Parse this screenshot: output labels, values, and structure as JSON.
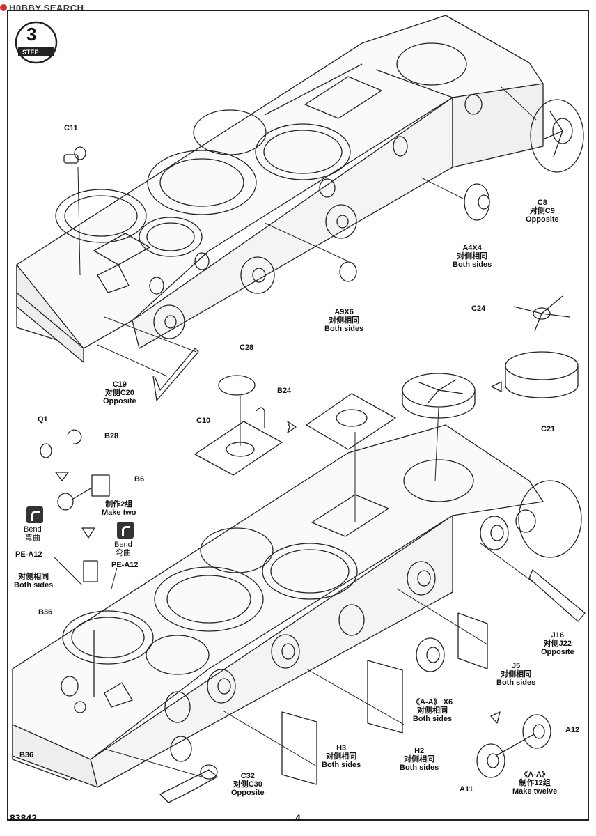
{
  "watermark": {
    "brand": "H0BBY",
    "suffix": "SEARCH"
  },
  "step": {
    "number": "3",
    "word": "STEP"
  },
  "footer": {
    "code": "83842",
    "page": "4"
  },
  "bend": {
    "label_en": "Bend",
    "label_cn": "弯曲"
  },
  "labels": {
    "c11": "C11",
    "c8": [
      "C8",
      "对侧C9",
      "Opposite"
    ],
    "a4x4": [
      "A4X4",
      "对侧相同",
      "Both sides"
    ],
    "a9x6": [
      "A9X6",
      "对侧相同",
      "Both sides"
    ],
    "c24": "C24",
    "c19": [
      "C19",
      "对侧C20",
      "Opposite"
    ],
    "c28": "C28",
    "b24": "B24",
    "c10": "C10",
    "c21": "C21",
    "q1": "Q1",
    "b28": "B28",
    "b6": "B6",
    "make_two": [
      "制作2组",
      "Make two"
    ],
    "pe_a12_left": "PE-A12",
    "pe_a12_left_sides": [
      "对侧相同",
      "Both sides"
    ],
    "pe_a12_right": "PE-A12",
    "b36_top": "B36",
    "b36_bottom": "B36",
    "j16": [
      "J16",
      "对侧J22",
      "Opposite"
    ],
    "j5": [
      "J5",
      "对侧相同",
      "Both sides"
    ],
    "aa_x6": [
      "《A-A》 X6",
      "对侧相同",
      "Both sides"
    ],
    "a12": "A12",
    "a11": "A11",
    "make_twelve": [
      "《A-A》",
      "制作12组",
      "Make twelve"
    ],
    "h3": [
      "H3",
      "对侧相同",
      "Both sides"
    ],
    "h2": [
      "H2",
      "对侧相同",
      "Both sides"
    ],
    "c32": [
      "C32",
      "对侧C30",
      "Opposite"
    ]
  }
}
